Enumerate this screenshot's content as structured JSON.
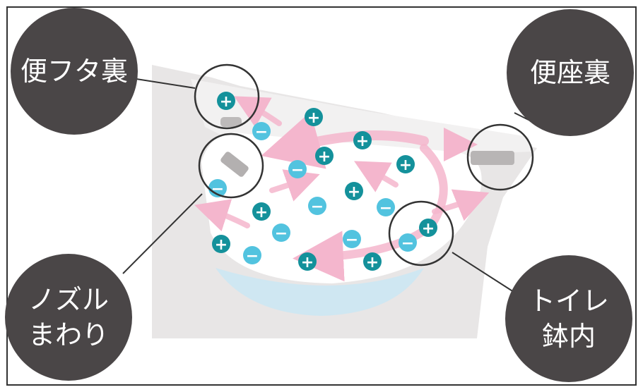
{
  "labels": {
    "lid_back": "便フタ裏",
    "seat_back": "便座裏",
    "nozzle_line1": "ノズル",
    "nozzle_line2": "まわり",
    "bowl_line1": "トイレ",
    "bowl_line2": "鉢内"
  },
  "ions": {
    "plus_symbol": "+",
    "minus_symbol": "−",
    "plus_color": "#14919b",
    "minus_color": "#52c3df"
  },
  "colors": {
    "label_circle": "#4a4647",
    "toilet_body": "#e8e6e6",
    "water": "#cfe7f2",
    "airflow_arrow": "#f4b6cd",
    "frame_border": "#333333"
  }
}
